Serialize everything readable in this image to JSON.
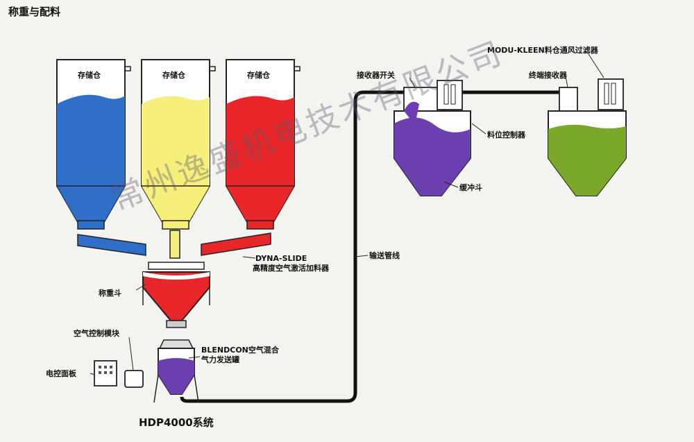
{
  "title": "称重与配料",
  "system_label": "HDP4000系统",
  "labels": {
    "silo_1": "存储仓",
    "silo_2": "存储仓",
    "silo_3": "存储仓",
    "weigh_hopper": "称重斗",
    "dyna_slide_line1": "DYNA-SLIDE",
    "dyna_slide_line2": "高精度空气激活加料器",
    "air_control_module": "空气控制模块",
    "electrical_panel": "电控面板",
    "blendcon_line1": "BLENDCON空气混合",
    "blendcon_line2": "气力发送罐",
    "conveying_line": "输送管线",
    "receiver_switch": "接收器开关",
    "level_controller": "料位控制器",
    "surge_hopper": "缓冲斗",
    "terminal_receiver": "终端接收器",
    "modu_kleen": "MODU-KLEEN料仓通风过滤器"
  },
  "watermark": "常州逸盛机电技术有限公司",
  "colors": {
    "blue": "#2f6fc9",
    "yellow": "#f6ef7c",
    "red": "#e8262a",
    "purple": "#6b3fb0",
    "green": "#7aa82a",
    "pipe": "#111111"
  }
}
